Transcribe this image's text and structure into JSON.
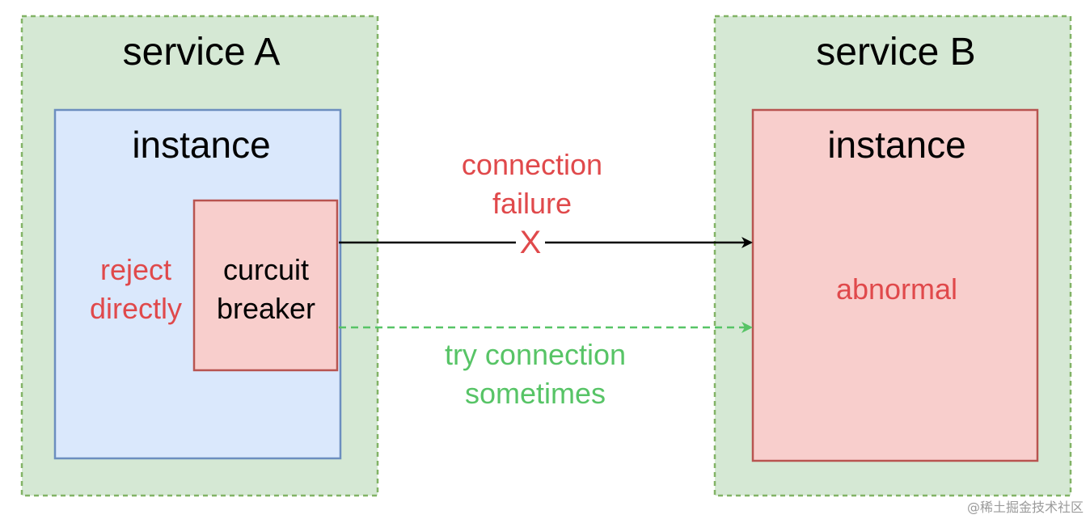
{
  "service_a": {
    "title": "service A",
    "instance": {
      "title": "instance",
      "reject_line1": "reject",
      "reject_line2": "directly",
      "breaker_line1": "curcuit",
      "breaker_line2": "breaker"
    }
  },
  "service_b": {
    "title": "service B",
    "instance": {
      "title": "instance",
      "status": "abnormal"
    }
  },
  "failed_connection": {
    "label_line1": "connection",
    "label_line2": "failure",
    "marker": "X"
  },
  "retry_connection": {
    "label_line1": "try connection",
    "label_line2": "sometimes"
  },
  "watermark": "@稀土掘金技术社区",
  "colors": {
    "service_fill": "#d5e8d4",
    "service_border": "#82b366",
    "instance_a_fill": "#dae8fc",
    "instance_a_border": "#6c8ebf",
    "breaker_fill": "#f8cecc",
    "breaker_border": "#b85450",
    "failure_red": "#e0494b",
    "retry_green": "#57c466"
  }
}
